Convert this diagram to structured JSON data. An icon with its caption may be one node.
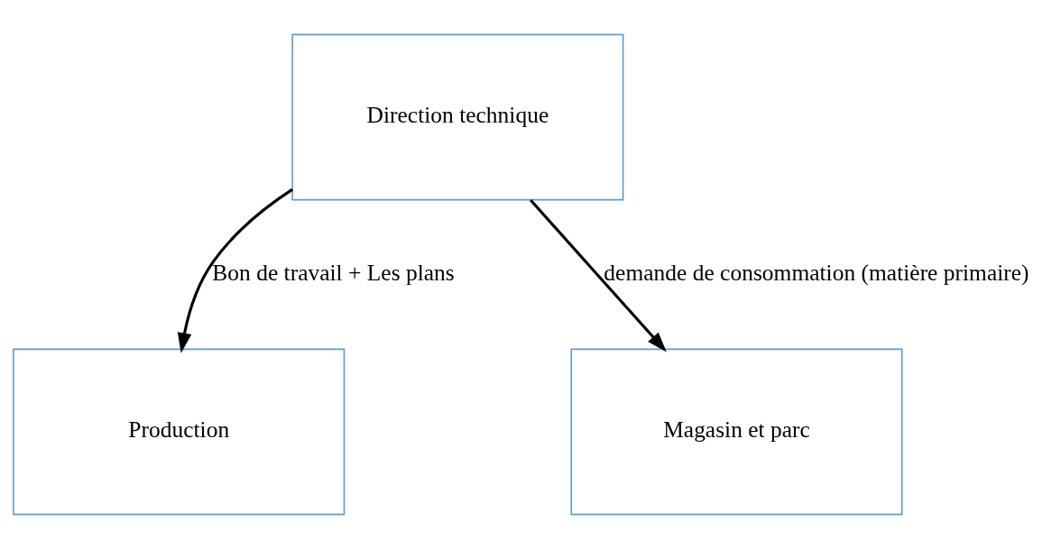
{
  "diagram": {
    "nodes": [
      {
        "text": [
          "Direction technique"
        ]
      },
      {
        "text": [
          "Production"
        ]
      },
      {
        "text": [
          "Magasin et parc"
        ]
      }
    ],
    "edges": [
      {
        "from": 0,
        "to": 1,
        "arrow": "to",
        "label": "Bon de travail + Les plans"
      },
      {
        "from": 0,
        "to": 2,
        "arrow": "to",
        "label": "demande de consommation (matière primaire)"
      }
    ]
  }
}
